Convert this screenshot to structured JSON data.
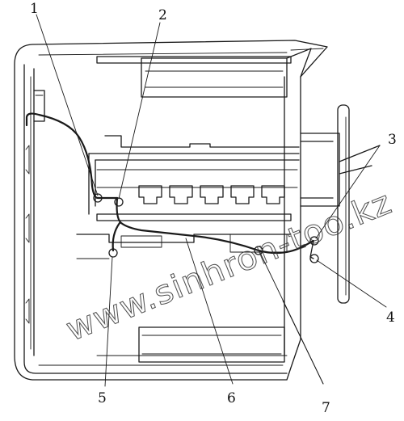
{
  "callouts": [
    {
      "label": "1"
    },
    {
      "label": "2"
    },
    {
      "label": "3"
    },
    {
      "label": "4"
    },
    {
      "label": "5"
    },
    {
      "label": "6"
    },
    {
      "label": "7"
    }
  ],
  "watermark": "www.sinhron-too.kz"
}
